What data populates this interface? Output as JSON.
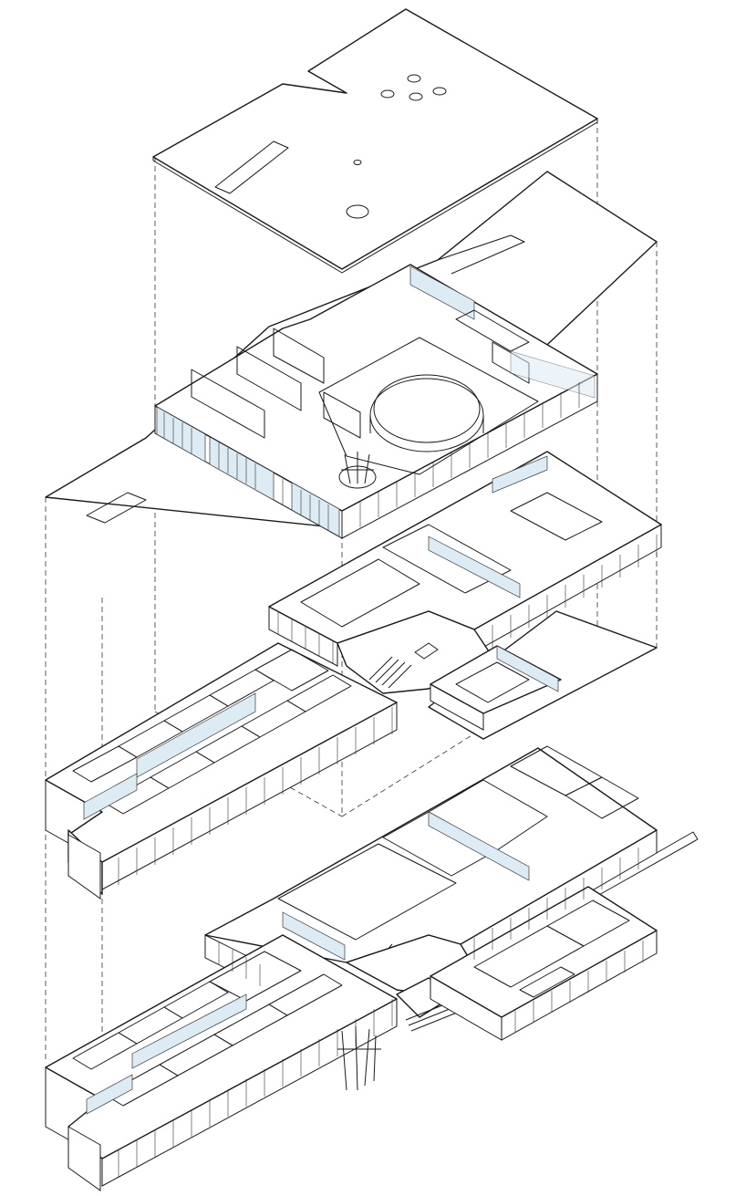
{
  "diagram": {
    "type": "exploded-axonometric",
    "layers": [
      "roof-slab",
      "upper-floor",
      "middle-floor",
      "ground-floor"
    ]
  },
  "colors": {
    "line": "#1a1a1a",
    "glass": "#dcebf4",
    "background": "#ffffff"
  }
}
